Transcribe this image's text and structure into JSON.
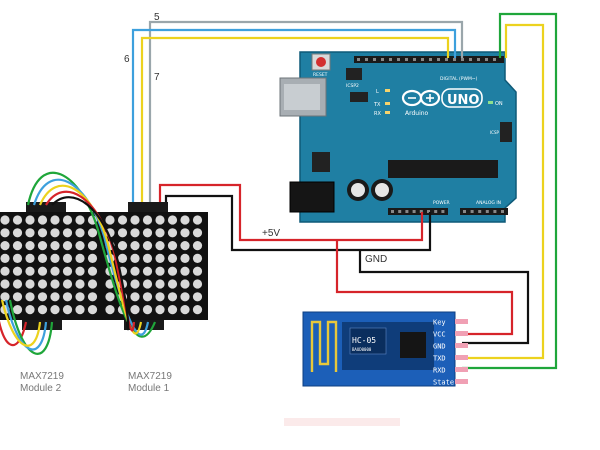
{
  "wire_numbers": {
    "w5": "5",
    "w6": "6",
    "w7": "7"
  },
  "power_labels": {
    "vcc": "+5V",
    "ground": "GND"
  },
  "arduino": {
    "brand": "Arduino",
    "model": "UNO",
    "reset_label": "RESET",
    "icsp2_label": "ICSP2",
    "icsp_label": "ICSP",
    "l_label": "L",
    "tx_label": "TX",
    "rx_label": "RX",
    "on_label": "ON",
    "digital_label": "DIGITAL (PWM~)",
    "power_label": "POWER",
    "analog_label": "ANALOG IN"
  },
  "bluetooth": {
    "chip_label": "HC-05",
    "chip_sub": "BAUD0000",
    "pins": [
      "Key",
      "VCC",
      "GND",
      "TXD",
      "RXD",
      "State"
    ]
  },
  "modules": {
    "module1": {
      "name": "MAX7219",
      "sub": "Module 1"
    },
    "module2": {
      "name": "MAX7219",
      "sub": "Module 2"
    }
  },
  "colors": {
    "board": "#1f7fa3",
    "matrix": "#111111",
    "led": "#d9d9d9",
    "bt_module": "#1c5fb8",
    "bt_chip_board": "#0f3d7a",
    "wire_green": "#1fa63a",
    "wire_yellow": "#ecd21e",
    "wire_blue": "#3da0dd",
    "wire_red": "#d6242a",
    "wire_black": "#111111",
    "pin_pink": "#f0a0b4"
  }
}
